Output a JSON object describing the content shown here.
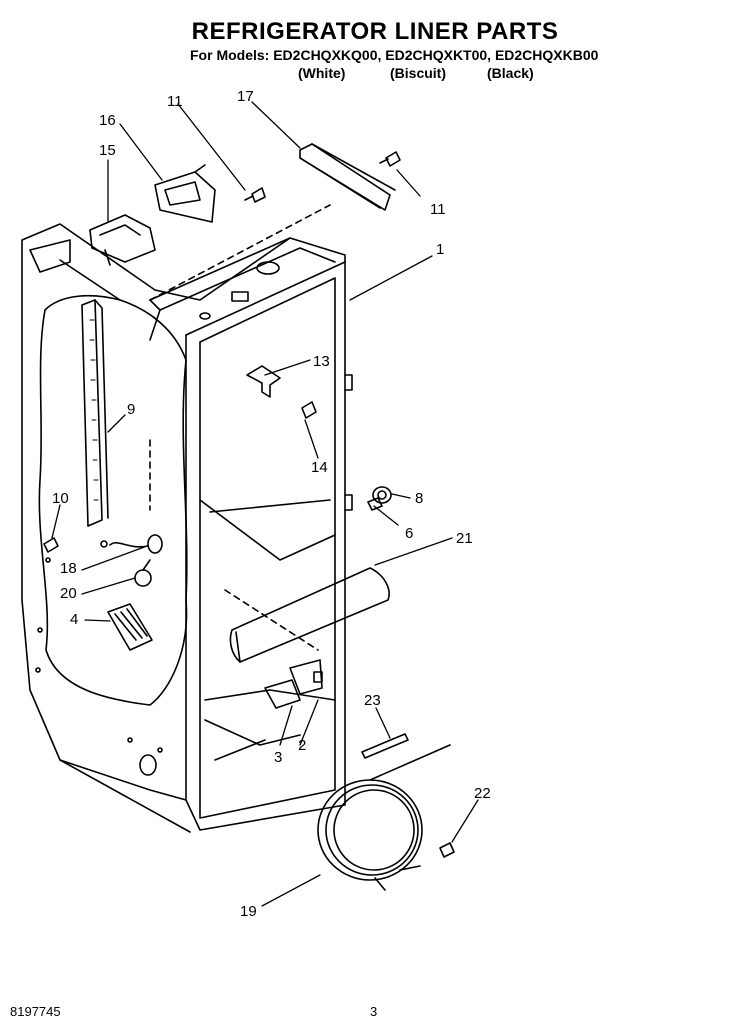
{
  "header": {
    "title": "REFRIGERATOR LINER PARTS",
    "models": "For Models: ED2CHQXKQ00, ED2CHQXKT00, ED2CHQXKB00",
    "variants": [
      "(White)",
      "(Biscuit)",
      "(Black)"
    ]
  },
  "callouts": [
    "1",
    "2",
    "3",
    "4",
    "6",
    "8",
    "9",
    "10",
    "11",
    "11",
    "13",
    "14",
    "15",
    "16",
    "17",
    "18",
    "19",
    "20",
    "21",
    "22",
    "23"
  ],
  "footer": {
    "doc_number": "8197745",
    "page_number": "3"
  }
}
